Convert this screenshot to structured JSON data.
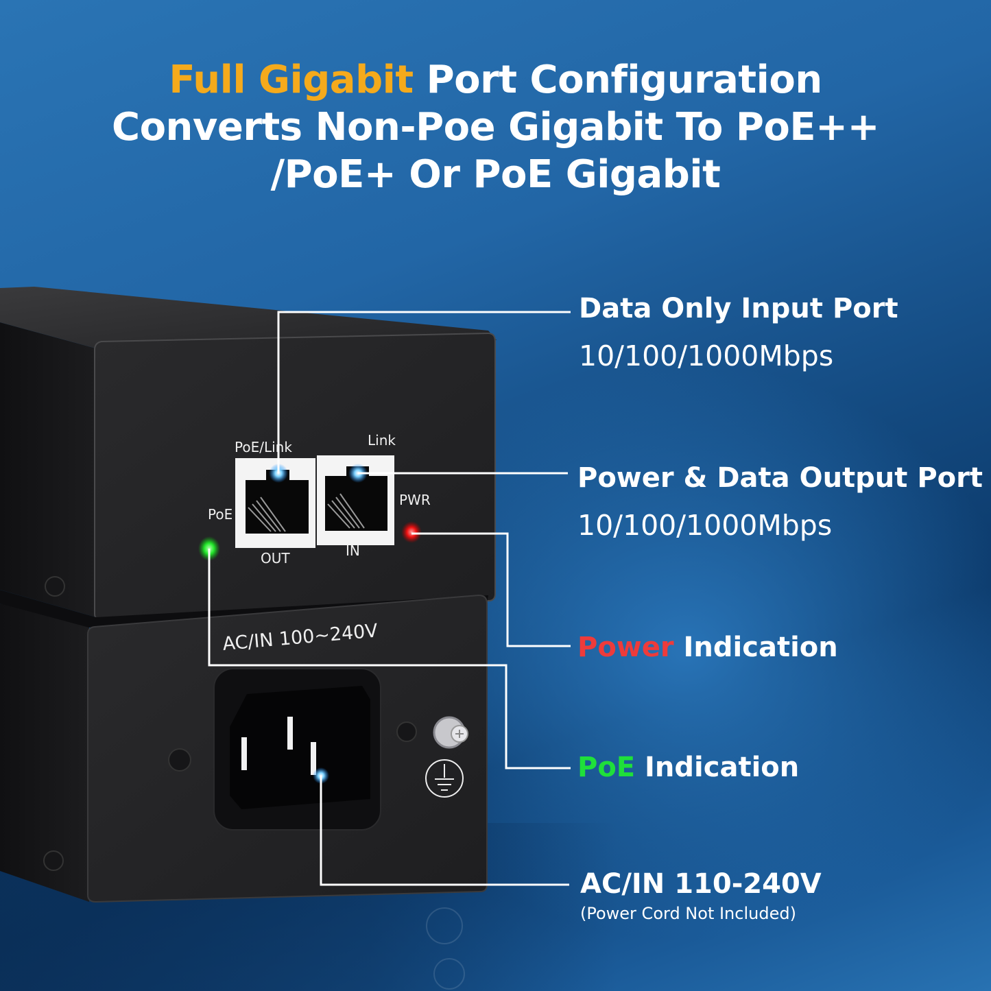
{
  "headline": {
    "line1_accent": "Full Gigabit",
    "line1_rest": " Port Configuration",
    "line2": "Converts Non-Poe Gigabit To PoE++",
    "line3": "/PoE+ Or PoE Gigabit"
  },
  "colors": {
    "accent_orange": "#f5aa1c",
    "power_red": "#ee3b3b",
    "poe_green": "#1fe03a",
    "background_blue": "#2266a6",
    "device_black": "#1c1c1e"
  },
  "device_panel": {
    "port_labels": {
      "poe_link": "PoE/Link",
      "link": "Link",
      "out": "OUT",
      "in": "IN",
      "poe_led": "PoE",
      "pwr_led": "PWR"
    },
    "power_label": "AC/IN 100~240V",
    "icons": [
      "rj45-port-icon",
      "rj45-port-icon",
      "green-led-icon",
      "red-led-icon",
      "power-inlet-icon",
      "ground-symbol-icon",
      "screw-icon"
    ]
  },
  "callouts": [
    {
      "id": "data-input",
      "title": "Data Only Input Port",
      "subtitle": "10/100/1000Mbps"
    },
    {
      "id": "data-output",
      "title": "Power & Data Output Port",
      "subtitle": "10/100/1000Mbps"
    },
    {
      "id": "power",
      "title_colored": "Power",
      "title_rest": " Indication"
    },
    {
      "id": "poe",
      "title_colored": "PoE",
      "title_rest": " Indication"
    },
    {
      "id": "ac-in",
      "title": "AC/IN 110-240V",
      "note": "(Power Cord Not Included)"
    }
  ]
}
